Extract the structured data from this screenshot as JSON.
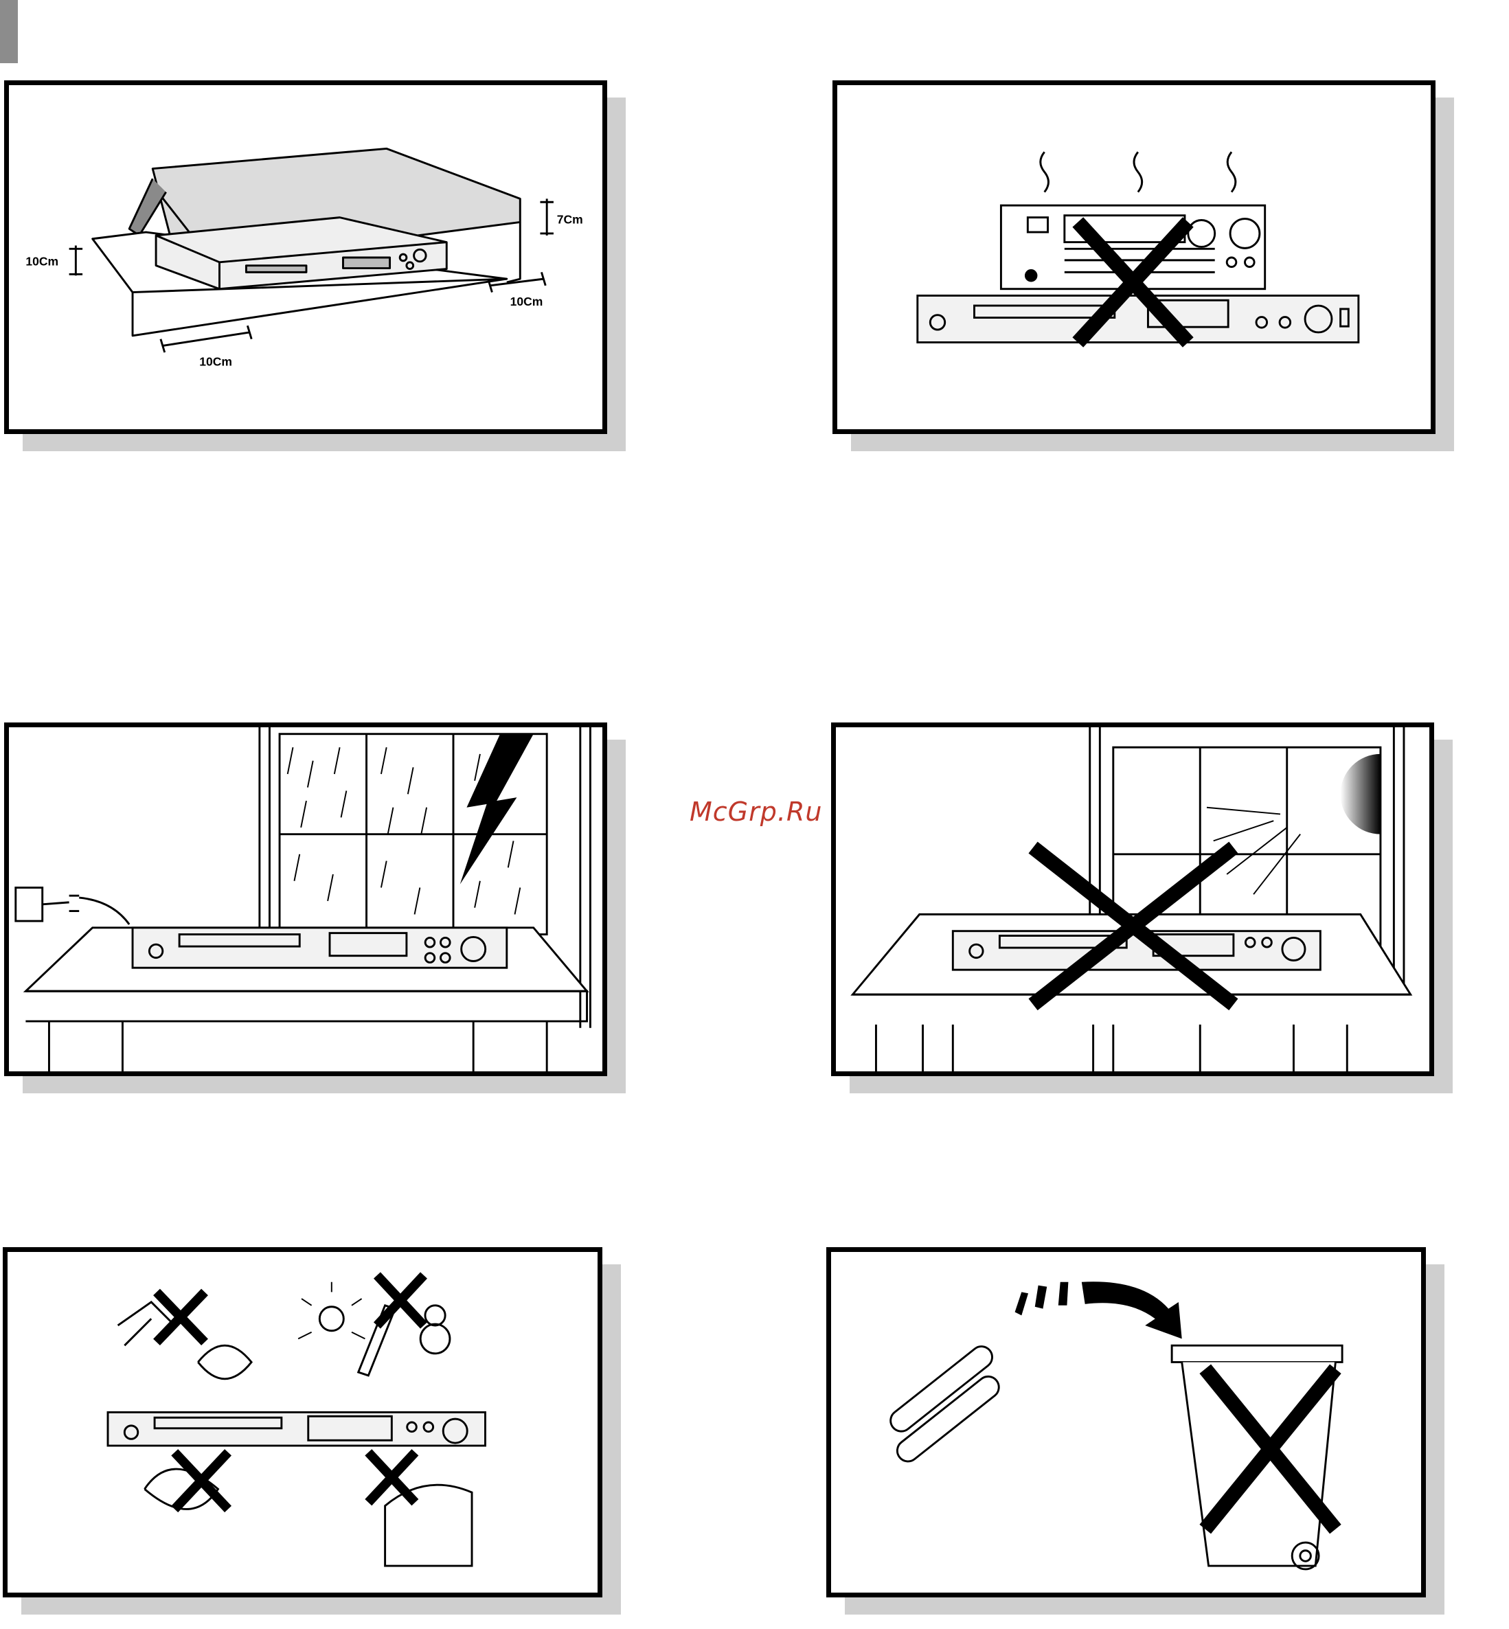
{
  "page": {
    "edge_tab_color": "#8c8c8c",
    "shadow_color": "#cfcfcf"
  },
  "watermark": {
    "text": "McGrp.Ru",
    "color": "#c0392b"
  },
  "panels": {
    "ventilation": {
      "labels": {
        "top": "7Cm",
        "left": "10Cm",
        "right": "10Cm",
        "bottom": "10Cm"
      }
    },
    "heat": {},
    "storm": {},
    "sunlight": {},
    "environment": {},
    "battery": {}
  }
}
